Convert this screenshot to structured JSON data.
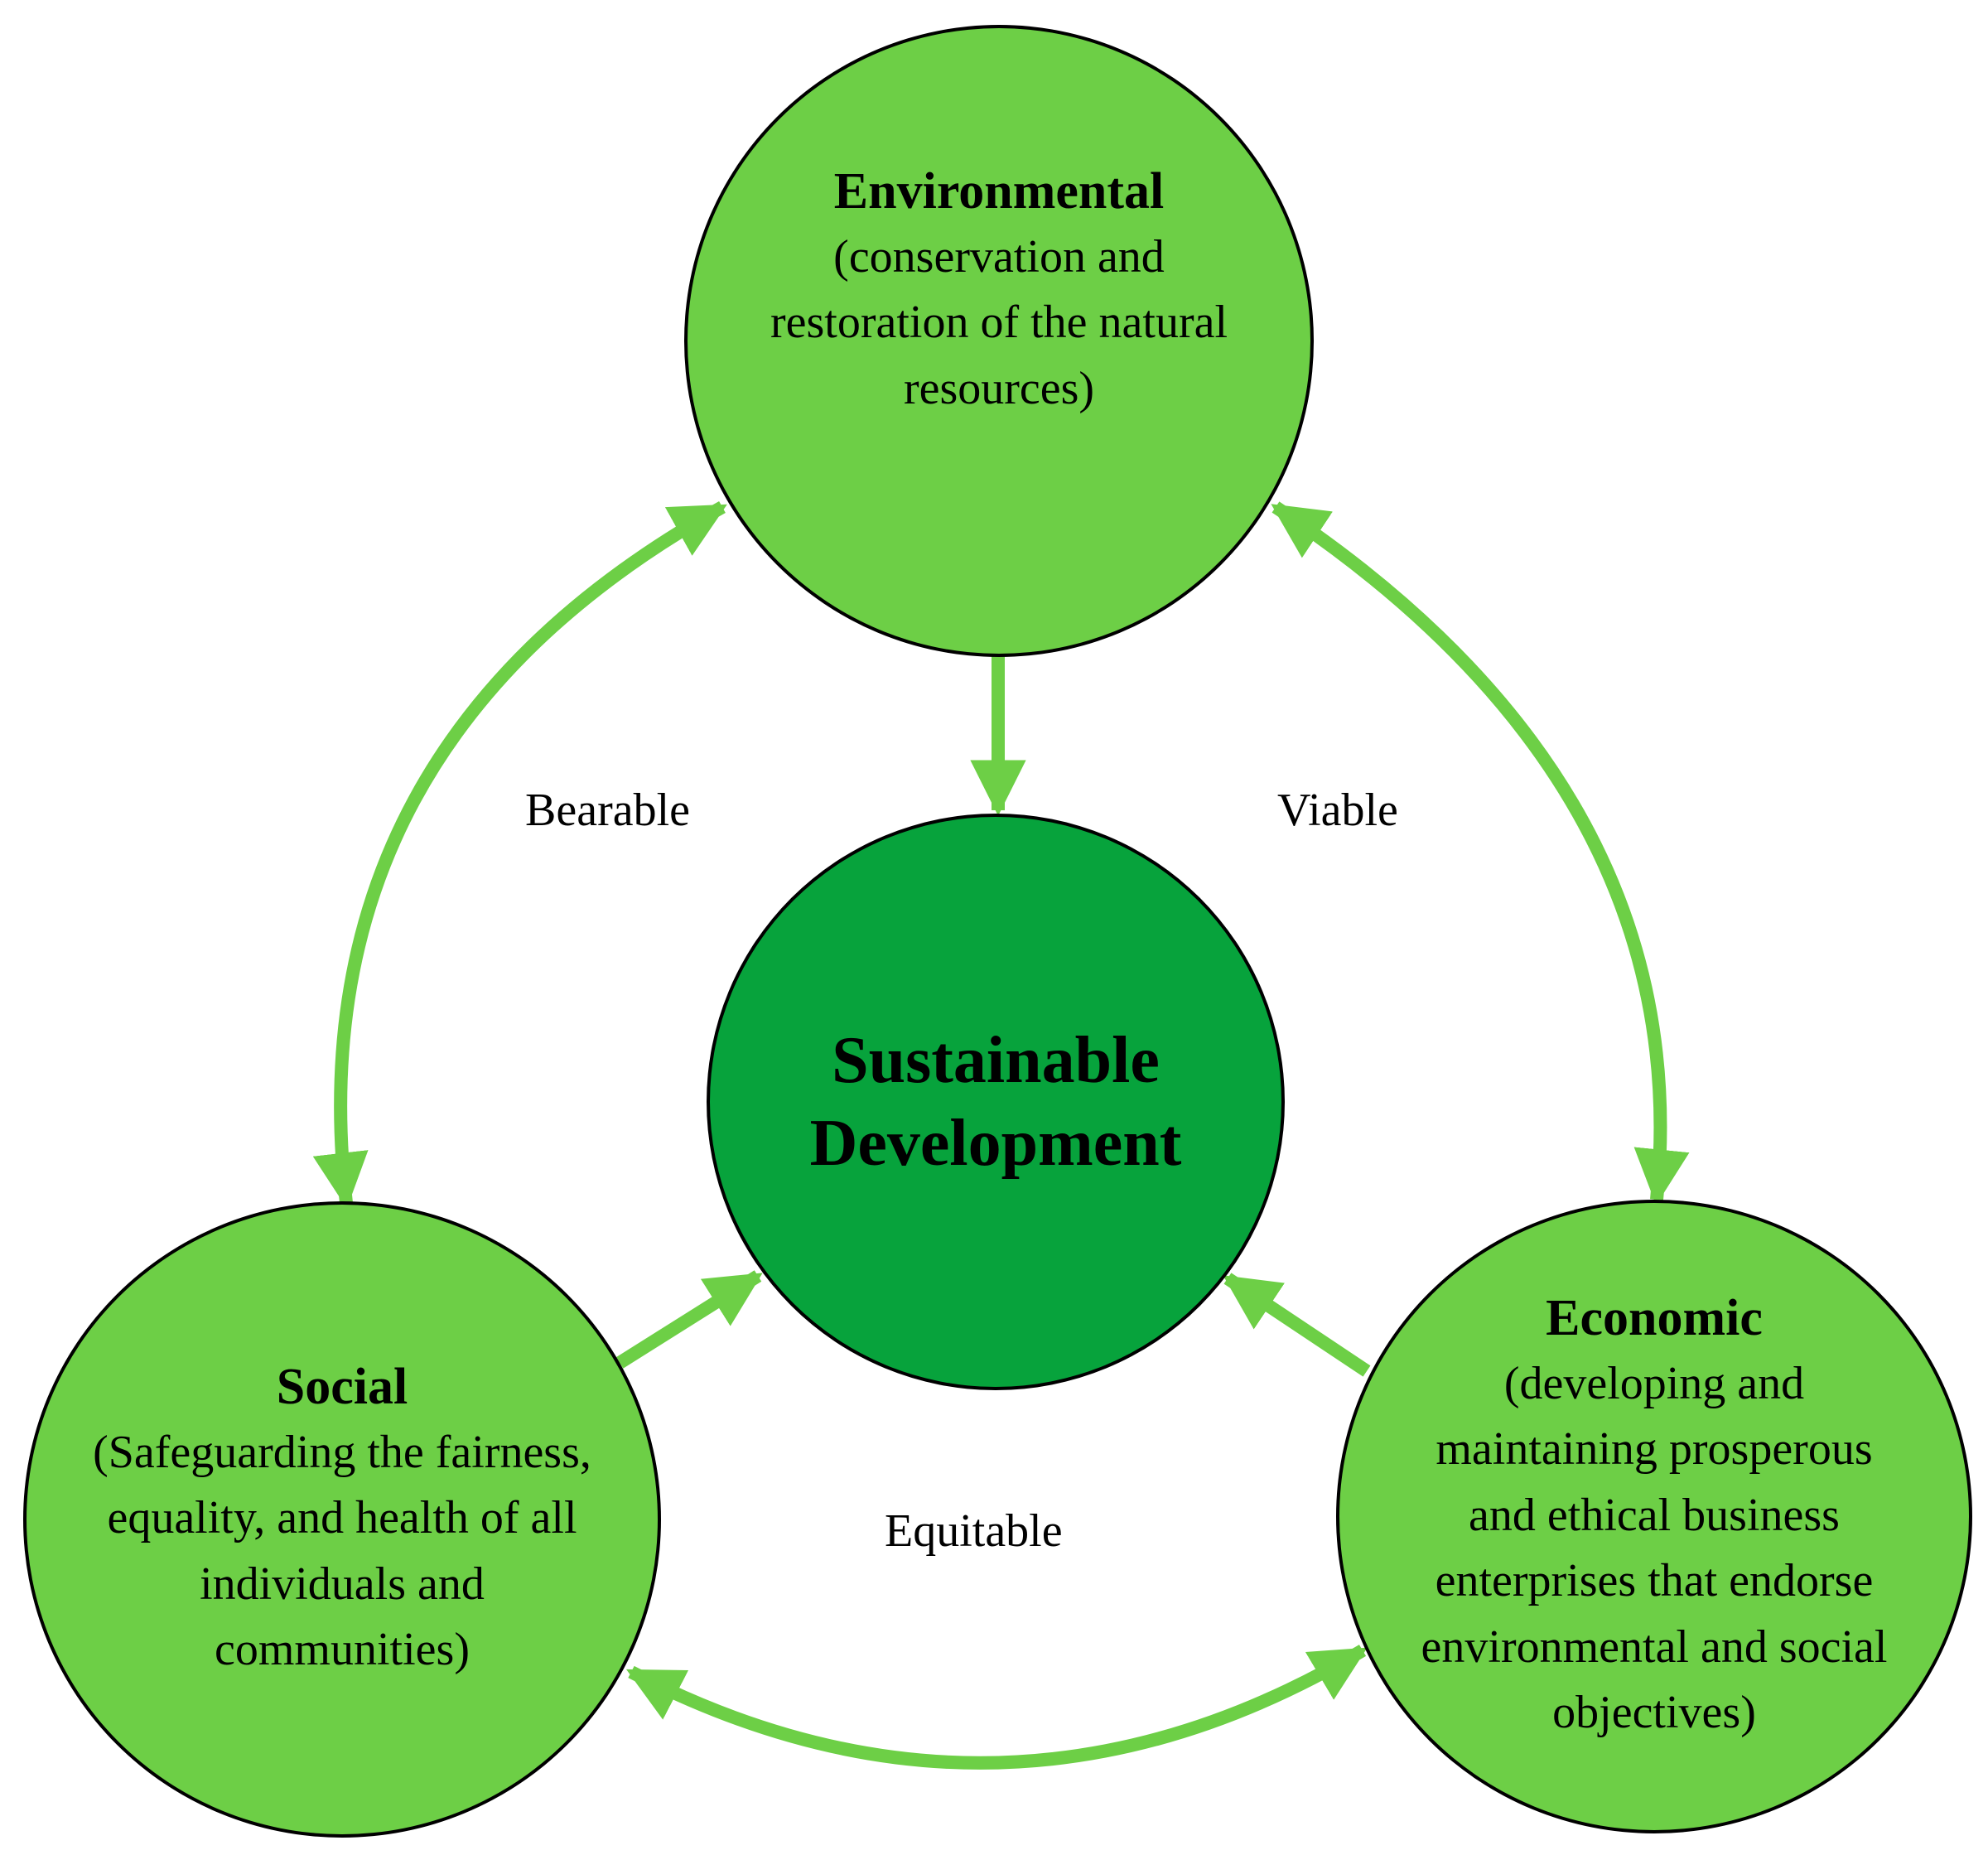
{
  "colors": {
    "outer_fill": "#6dcf46",
    "center_fill": "#07a33c",
    "arrow": "#6dcf46",
    "outline": "#000000"
  },
  "center": {
    "title_line1": "Sustainable",
    "title_line2": "Development"
  },
  "environmental": {
    "title": "Environmental",
    "desc_line1": "(conservation and",
    "desc_line2": "restoration of the natural",
    "desc_line3": "resources)"
  },
  "social": {
    "title": "Social",
    "desc_line1": "(Safeguarding the fairness,",
    "desc_line2": "equality, and health of all",
    "desc_line3": "individuals and",
    "desc_line4": "communities)"
  },
  "economic": {
    "title": "Economic",
    "desc_line1": "(developing and",
    "desc_line2": "maintaining prosperous",
    "desc_line3": "and ethical business",
    "desc_line4": "enterprises that endorse",
    "desc_line5": "environmental and social",
    "desc_line6": "objectives)"
  },
  "labels": {
    "bearable": "Bearable",
    "viable": "Viable",
    "equitable": "Equitable"
  }
}
